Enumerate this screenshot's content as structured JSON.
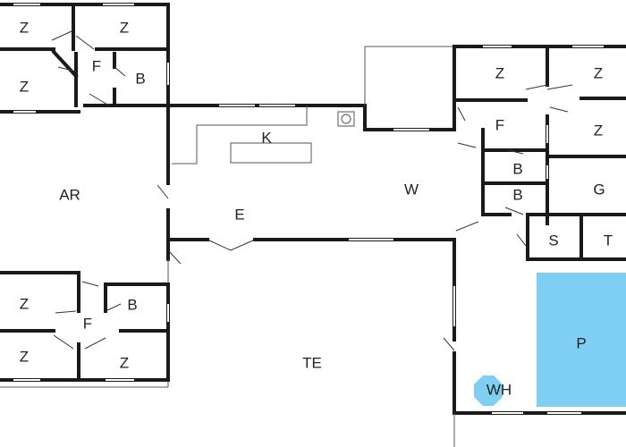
{
  "rooms": {
    "z": "Z",
    "f": "F",
    "b": "B",
    "ar": "AR",
    "k": "K",
    "e": "E",
    "w": "W",
    "g": "G",
    "s": "S",
    "t": "T",
    "te": "TE",
    "p": "P",
    "wh": "WH"
  },
  "colors": {
    "wall": "#1a1a1a",
    "pool": "#7ecff2",
    "whirlpool": "#7ecff2",
    "background": "#ffffff"
  }
}
